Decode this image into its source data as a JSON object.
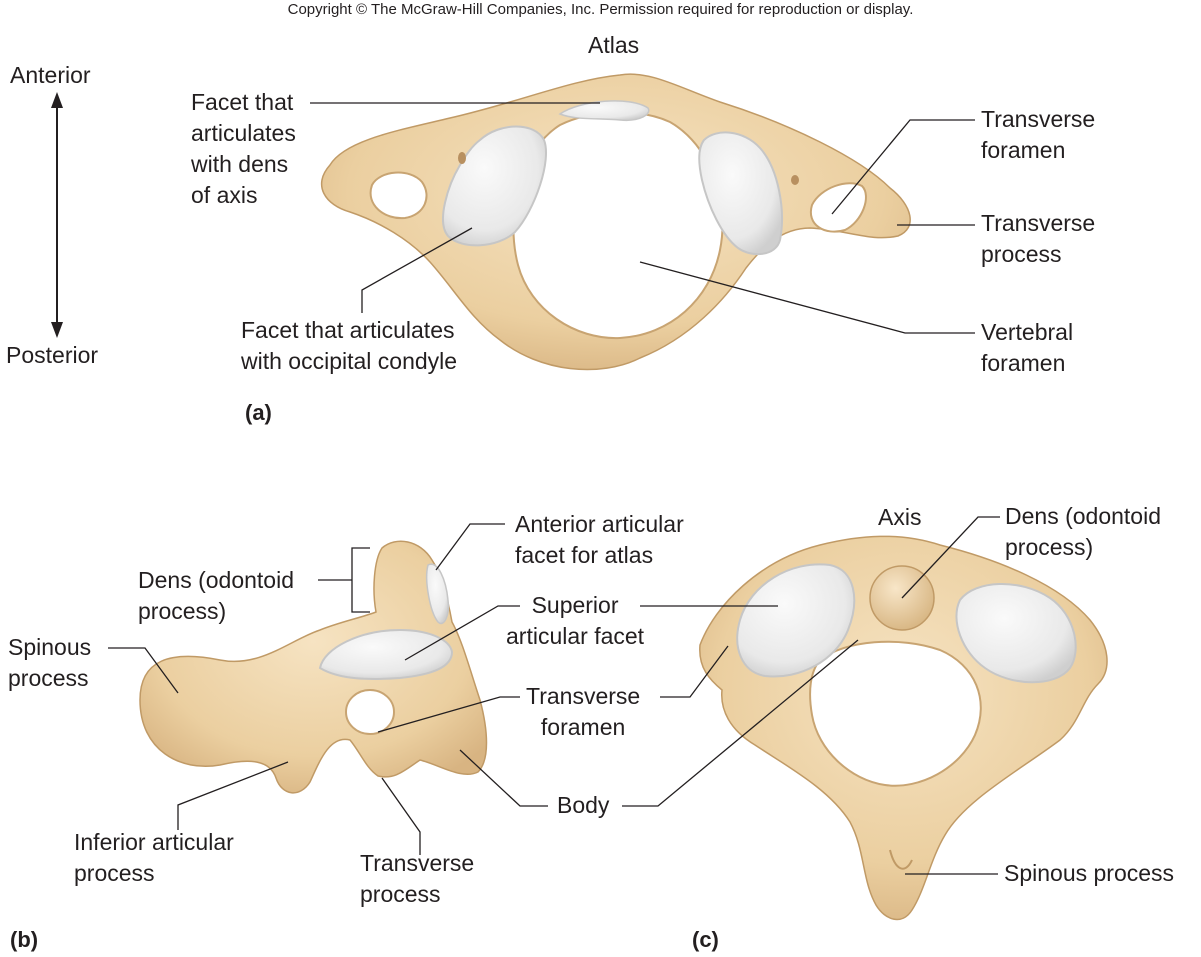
{
  "copyright": "Copyright © The McGraw-Hill Companies, Inc. Permission required for reproduction or display.",
  "orientation": {
    "top": "Anterior",
    "bottom": "Posterior"
  },
  "panel_a": {
    "letter": "(a)",
    "title": "Atlas",
    "labels": {
      "facet_dens": "Facet that\narticulates\nwith dens\nof axis",
      "facet_occipital": "Facet that articulates\nwith occipital condyle",
      "transverse_foramen": "Transverse\nforamen",
      "transverse_process": "Transverse\nprocess",
      "vertebral_foramen": "Vertebral\nforamen"
    }
  },
  "panel_b": {
    "letter": "(b)",
    "labels": {
      "dens": "Dens (odontoid\nprocess)",
      "anterior_facet": "Anterior articular\nfacet for atlas",
      "spinous_process": "Spinous\nprocess",
      "inferior_articular": "Inferior articular\nprocess",
      "transverse_process": "Transverse\nprocess"
    }
  },
  "shared_labels": {
    "superior_facet": "Superior\narticular facet",
    "transverse_foramen": "Transverse\nforamen",
    "body": "Body"
  },
  "panel_c": {
    "letter": "(c)",
    "title": "Axis",
    "labels": {
      "dens": "Dens (odontoid\nprocess)",
      "spinous_process": "Spinous process"
    }
  },
  "colors": {
    "bone": "#ecd2a6",
    "bone_shadow": "#d4b07c",
    "bone_outline": "#b8905c",
    "cartilage": "#eeeeee",
    "cartilage_edge": "#c9c9c9",
    "text": "#231f20",
    "leader": "#231f20"
  }
}
